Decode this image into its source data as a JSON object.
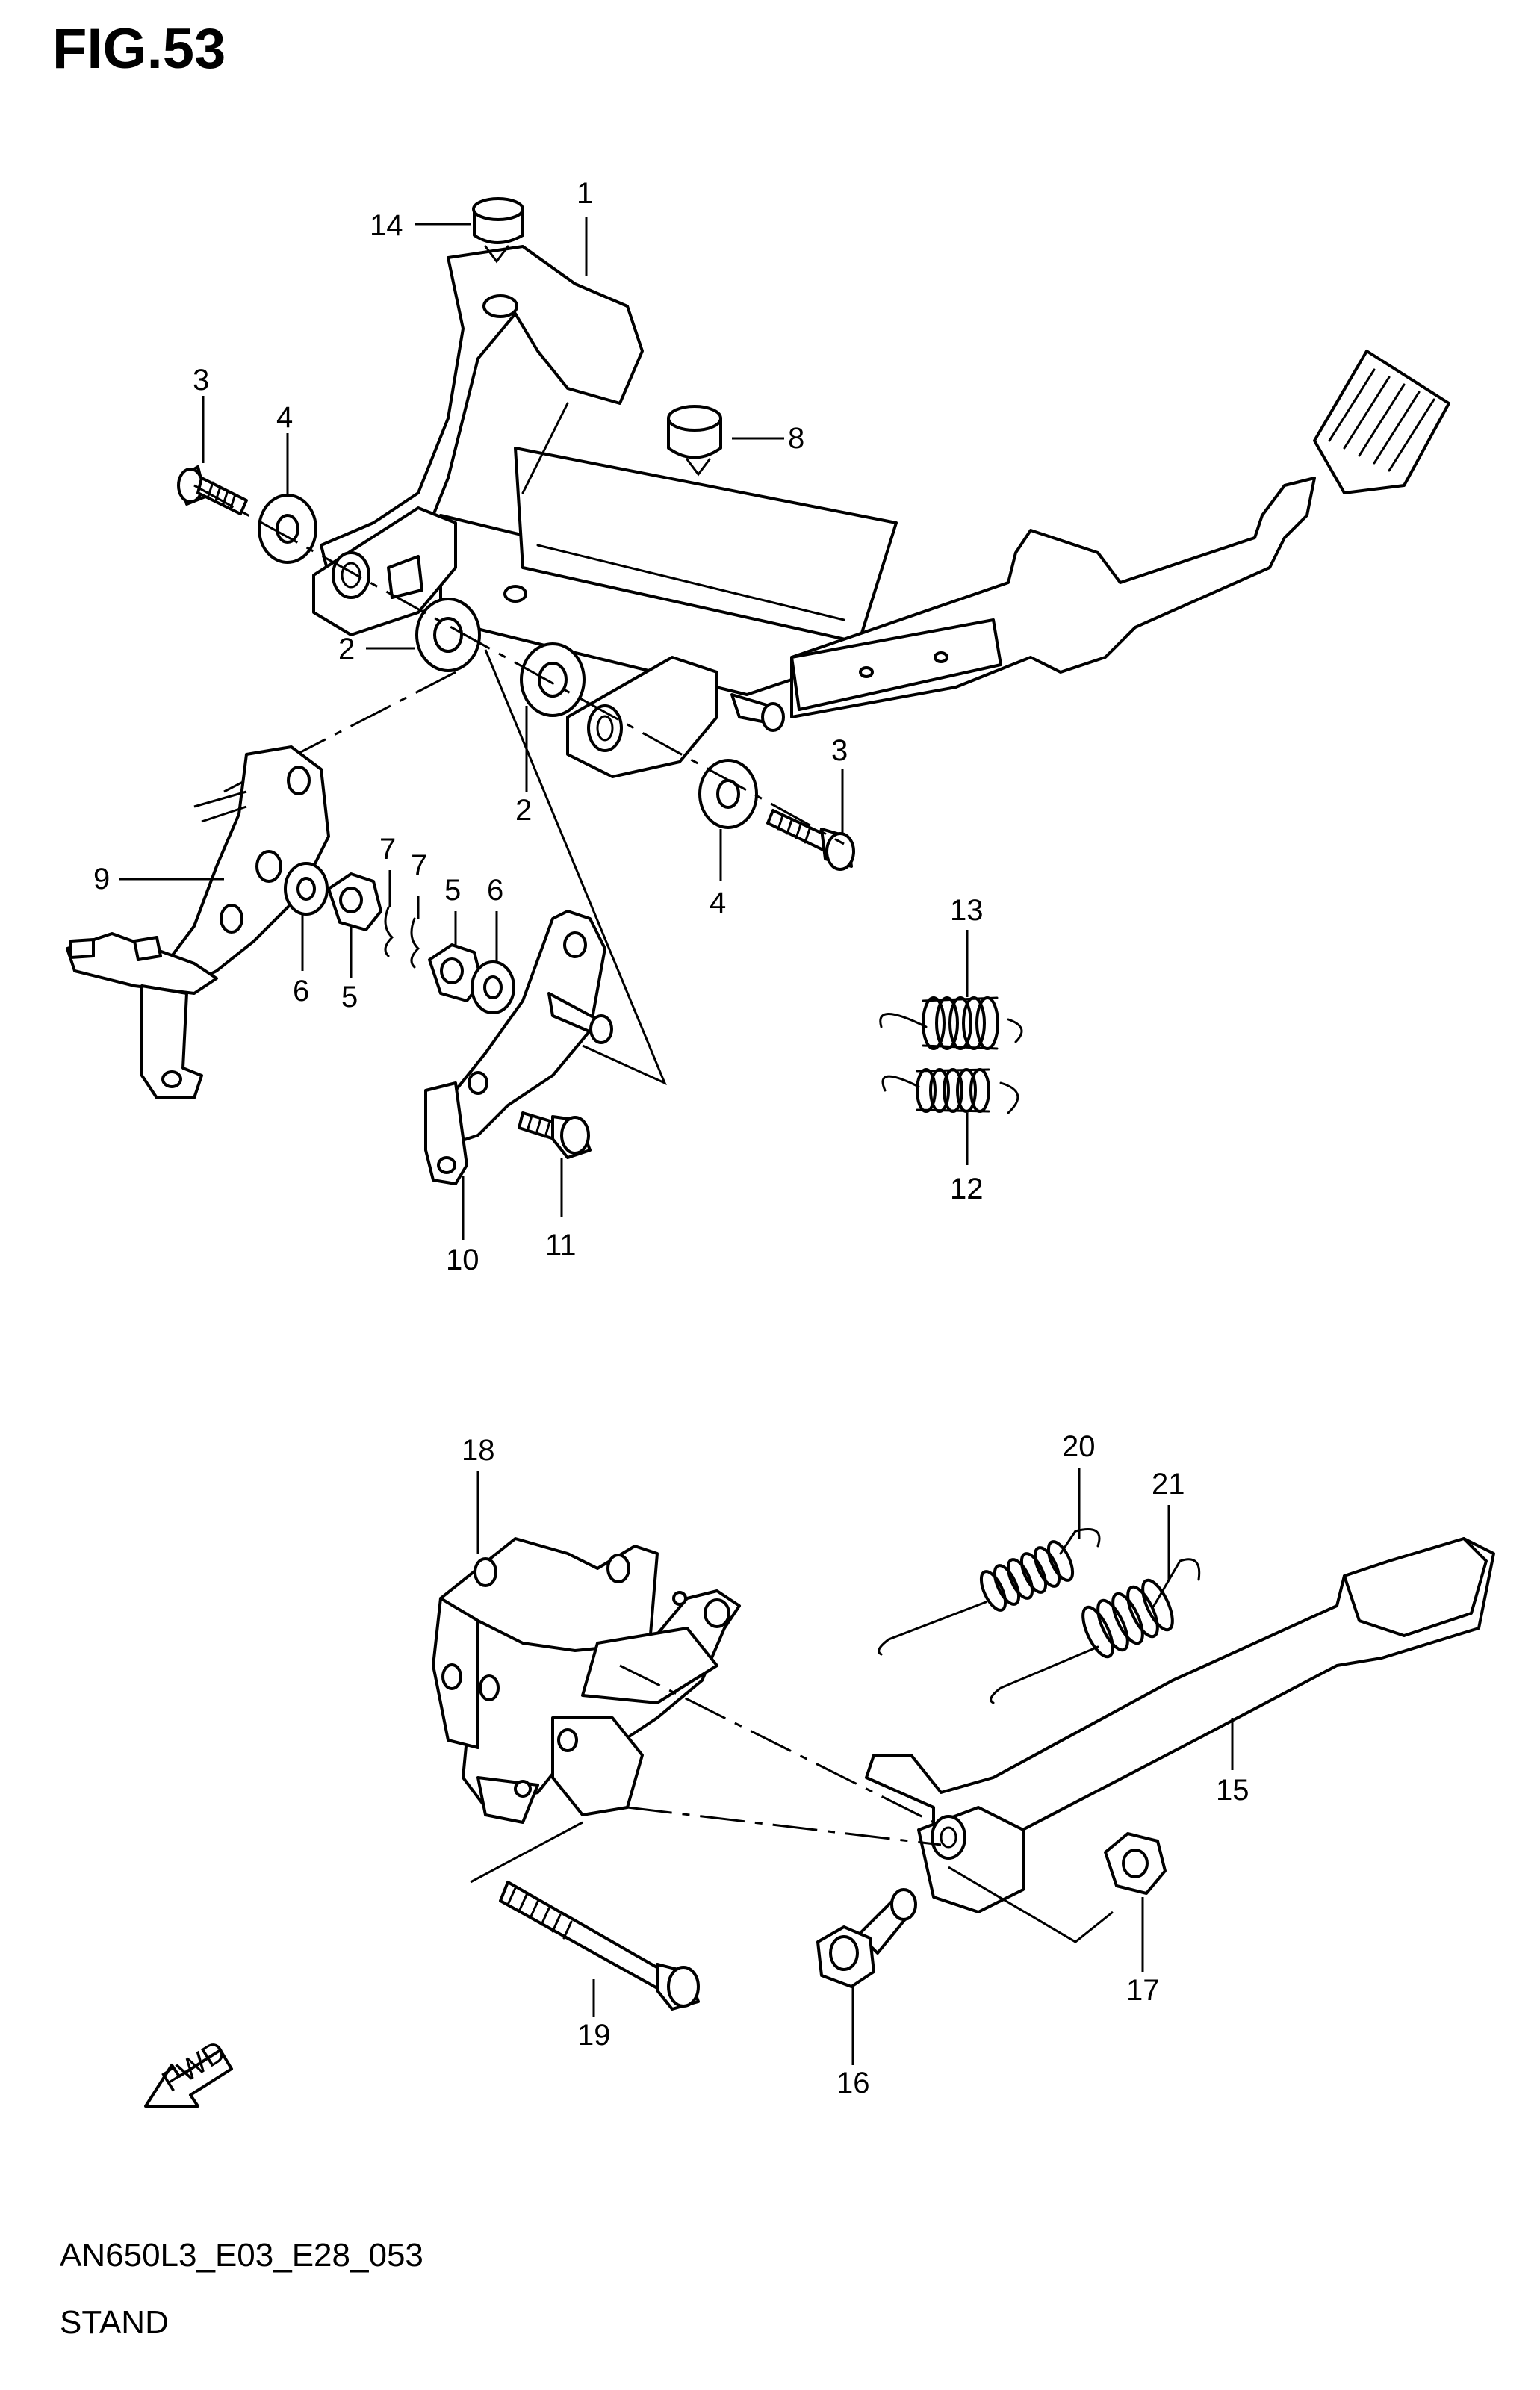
{
  "figure": {
    "title": "FIG.53"
  },
  "footer": {
    "code": "AN650L3_E03_E28_053",
    "name": "STAND"
  },
  "fwd_arrow": {
    "label": "FWD"
  },
  "callouts": {
    "c1": "1",
    "c2a": "2",
    "c2b": "2",
    "c3a": "3",
    "c3b": "3",
    "c4a": "4",
    "c4b": "4",
    "c5a": "5",
    "c5b": "5",
    "c6a": "6",
    "c6b": "6",
    "c7a": "7",
    "c7b": "7",
    "c8": "8",
    "c9": "9",
    "c10": "10",
    "c11": "11",
    "c12": "12",
    "c13": "13",
    "c14": "14",
    "c15": "15",
    "c16": "16",
    "c17": "17",
    "c18": "18",
    "c19": "19",
    "c20": "20",
    "c21": "21"
  },
  "icons": {
    "fwd": "fwd-arrow-icon",
    "spring": "coil-spring-icon",
    "bolt": "bolt-icon",
    "nut": "nut-icon",
    "washer": "washer-icon"
  }
}
